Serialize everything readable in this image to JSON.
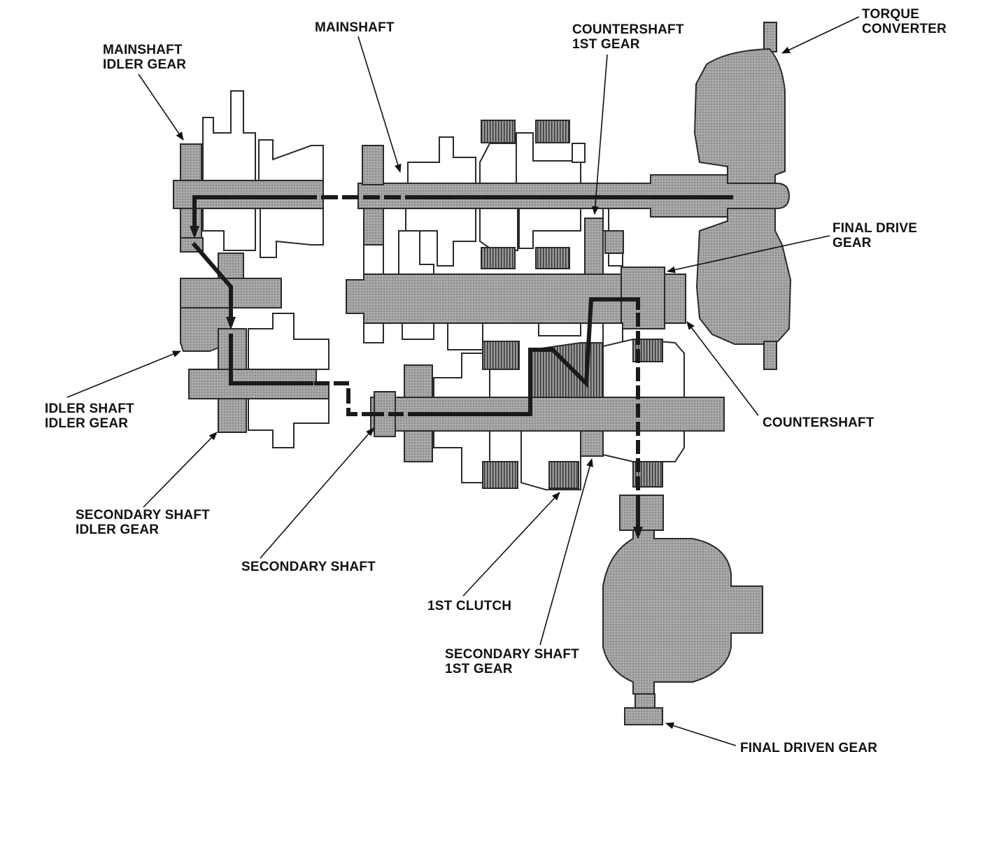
{
  "labels": {
    "torque_converter": [
      "TORQUE",
      "CONVERTER"
    ],
    "mainshaft": [
      "MAINSHAFT"
    ],
    "countershaft_1st_gear": [
      "COUNTERSHAFT",
      "1ST GEAR"
    ],
    "mainshaft_idler_gear": [
      "MAINSHAFT",
      "IDLER GEAR"
    ],
    "final_drive_gear": [
      "FINAL DRIVE",
      "GEAR"
    ],
    "countershaft": [
      "COUNTERSHAFT"
    ],
    "idler_shaft_idler_gear": [
      "IDLER SHAFT",
      "IDLER GEAR"
    ],
    "secondary_shaft_idler_gear": [
      "SECONDARY SHAFT",
      "IDLER GEAR"
    ],
    "secondary_shaft": [
      "SECONDARY SHAFT"
    ],
    "first_clutch": [
      "1ST CLUTCH"
    ],
    "secondary_shaft_1st_gear": [
      "SECONDARY SHAFT",
      "1ST GEAR"
    ],
    "final_driven_gear": [
      "FINAL DRIVEN GEAR"
    ]
  },
  "colors": {
    "part_fill": "#a3a3a3",
    "part_stroke": "#2a2a2a",
    "power_flow": "#1a1a1a",
    "background": "#ffffff"
  }
}
